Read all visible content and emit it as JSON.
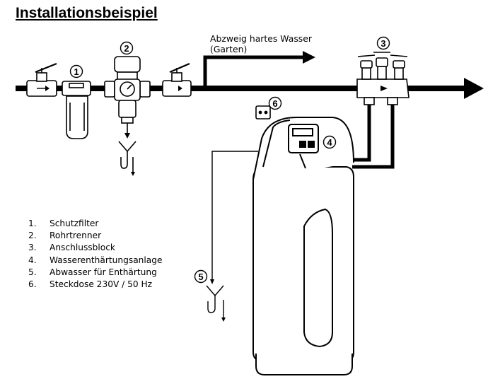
{
  "title": "Installationsbeispiel",
  "branch_label": {
    "line1": "Abzweig hartes Wasser",
    "line2": "(Garten)"
  },
  "callouts": [
    "1",
    "2",
    "3",
    "4",
    "5",
    "6"
  ],
  "legend": [
    {
      "num": "1.",
      "text": "Schutzfilter"
    },
    {
      "num": "2.",
      "text": "Rohrtrenner"
    },
    {
      "num": "3.",
      "text": "Anschlussblock"
    },
    {
      "num": "4.",
      "text": "Wasserenthärtungsanlage"
    },
    {
      "num": "5.",
      "text": "Abwasser für Enthärtung"
    },
    {
      "num": "6.",
      "text": "Steckdose 230V / 50 Hz"
    }
  ]
}
